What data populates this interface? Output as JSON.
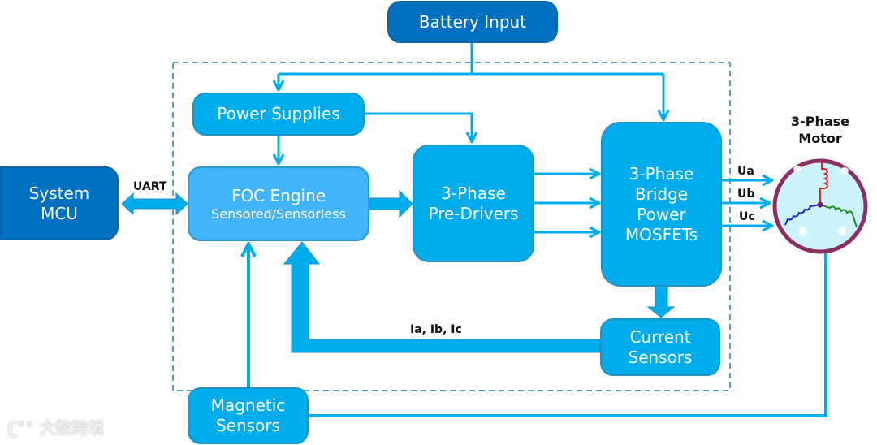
{
  "blocks": {
    "battery_input": "Battery Input",
    "power_supplies": "Power Supplies",
    "system_mcu": [
      "System",
      "MCU"
    ],
    "foc_engine": {
      "title": "FOC Engine",
      "subtitle": "Sensored/Sensorless"
    },
    "pre_drivers": [
      "3-Phase",
      "Pre-Drivers"
    ],
    "bridge": [
      "3-Phase",
      "Bridge",
      "Power",
      "MOSFETs"
    ],
    "current_sensors": [
      "Current",
      "Sensors"
    ],
    "magnetic_sensors": [
      "Magnetic",
      "Sensors"
    ]
  },
  "labels": {
    "uart": "UART",
    "currents": "Ia, Ib, Ic",
    "ua": "Ua",
    "ub": "Ub",
    "uc": "Uc",
    "motor": [
      "3-Phase",
      "Motor"
    ]
  },
  "motor_windings": {
    "a": "#e8231f",
    "b": "#1a1ae0",
    "c": "#1f8a1f"
  },
  "colors": {
    "dark_block": "#0170c1",
    "block": "#00adec",
    "light_block": "#41b4fb",
    "arrow": "#00adec",
    "boundary": "#2a7fa8",
    "motor_ring": "#8b2e63",
    "motor_fill": "#cdf3fc"
  },
  "watermark": "大数跨境"
}
